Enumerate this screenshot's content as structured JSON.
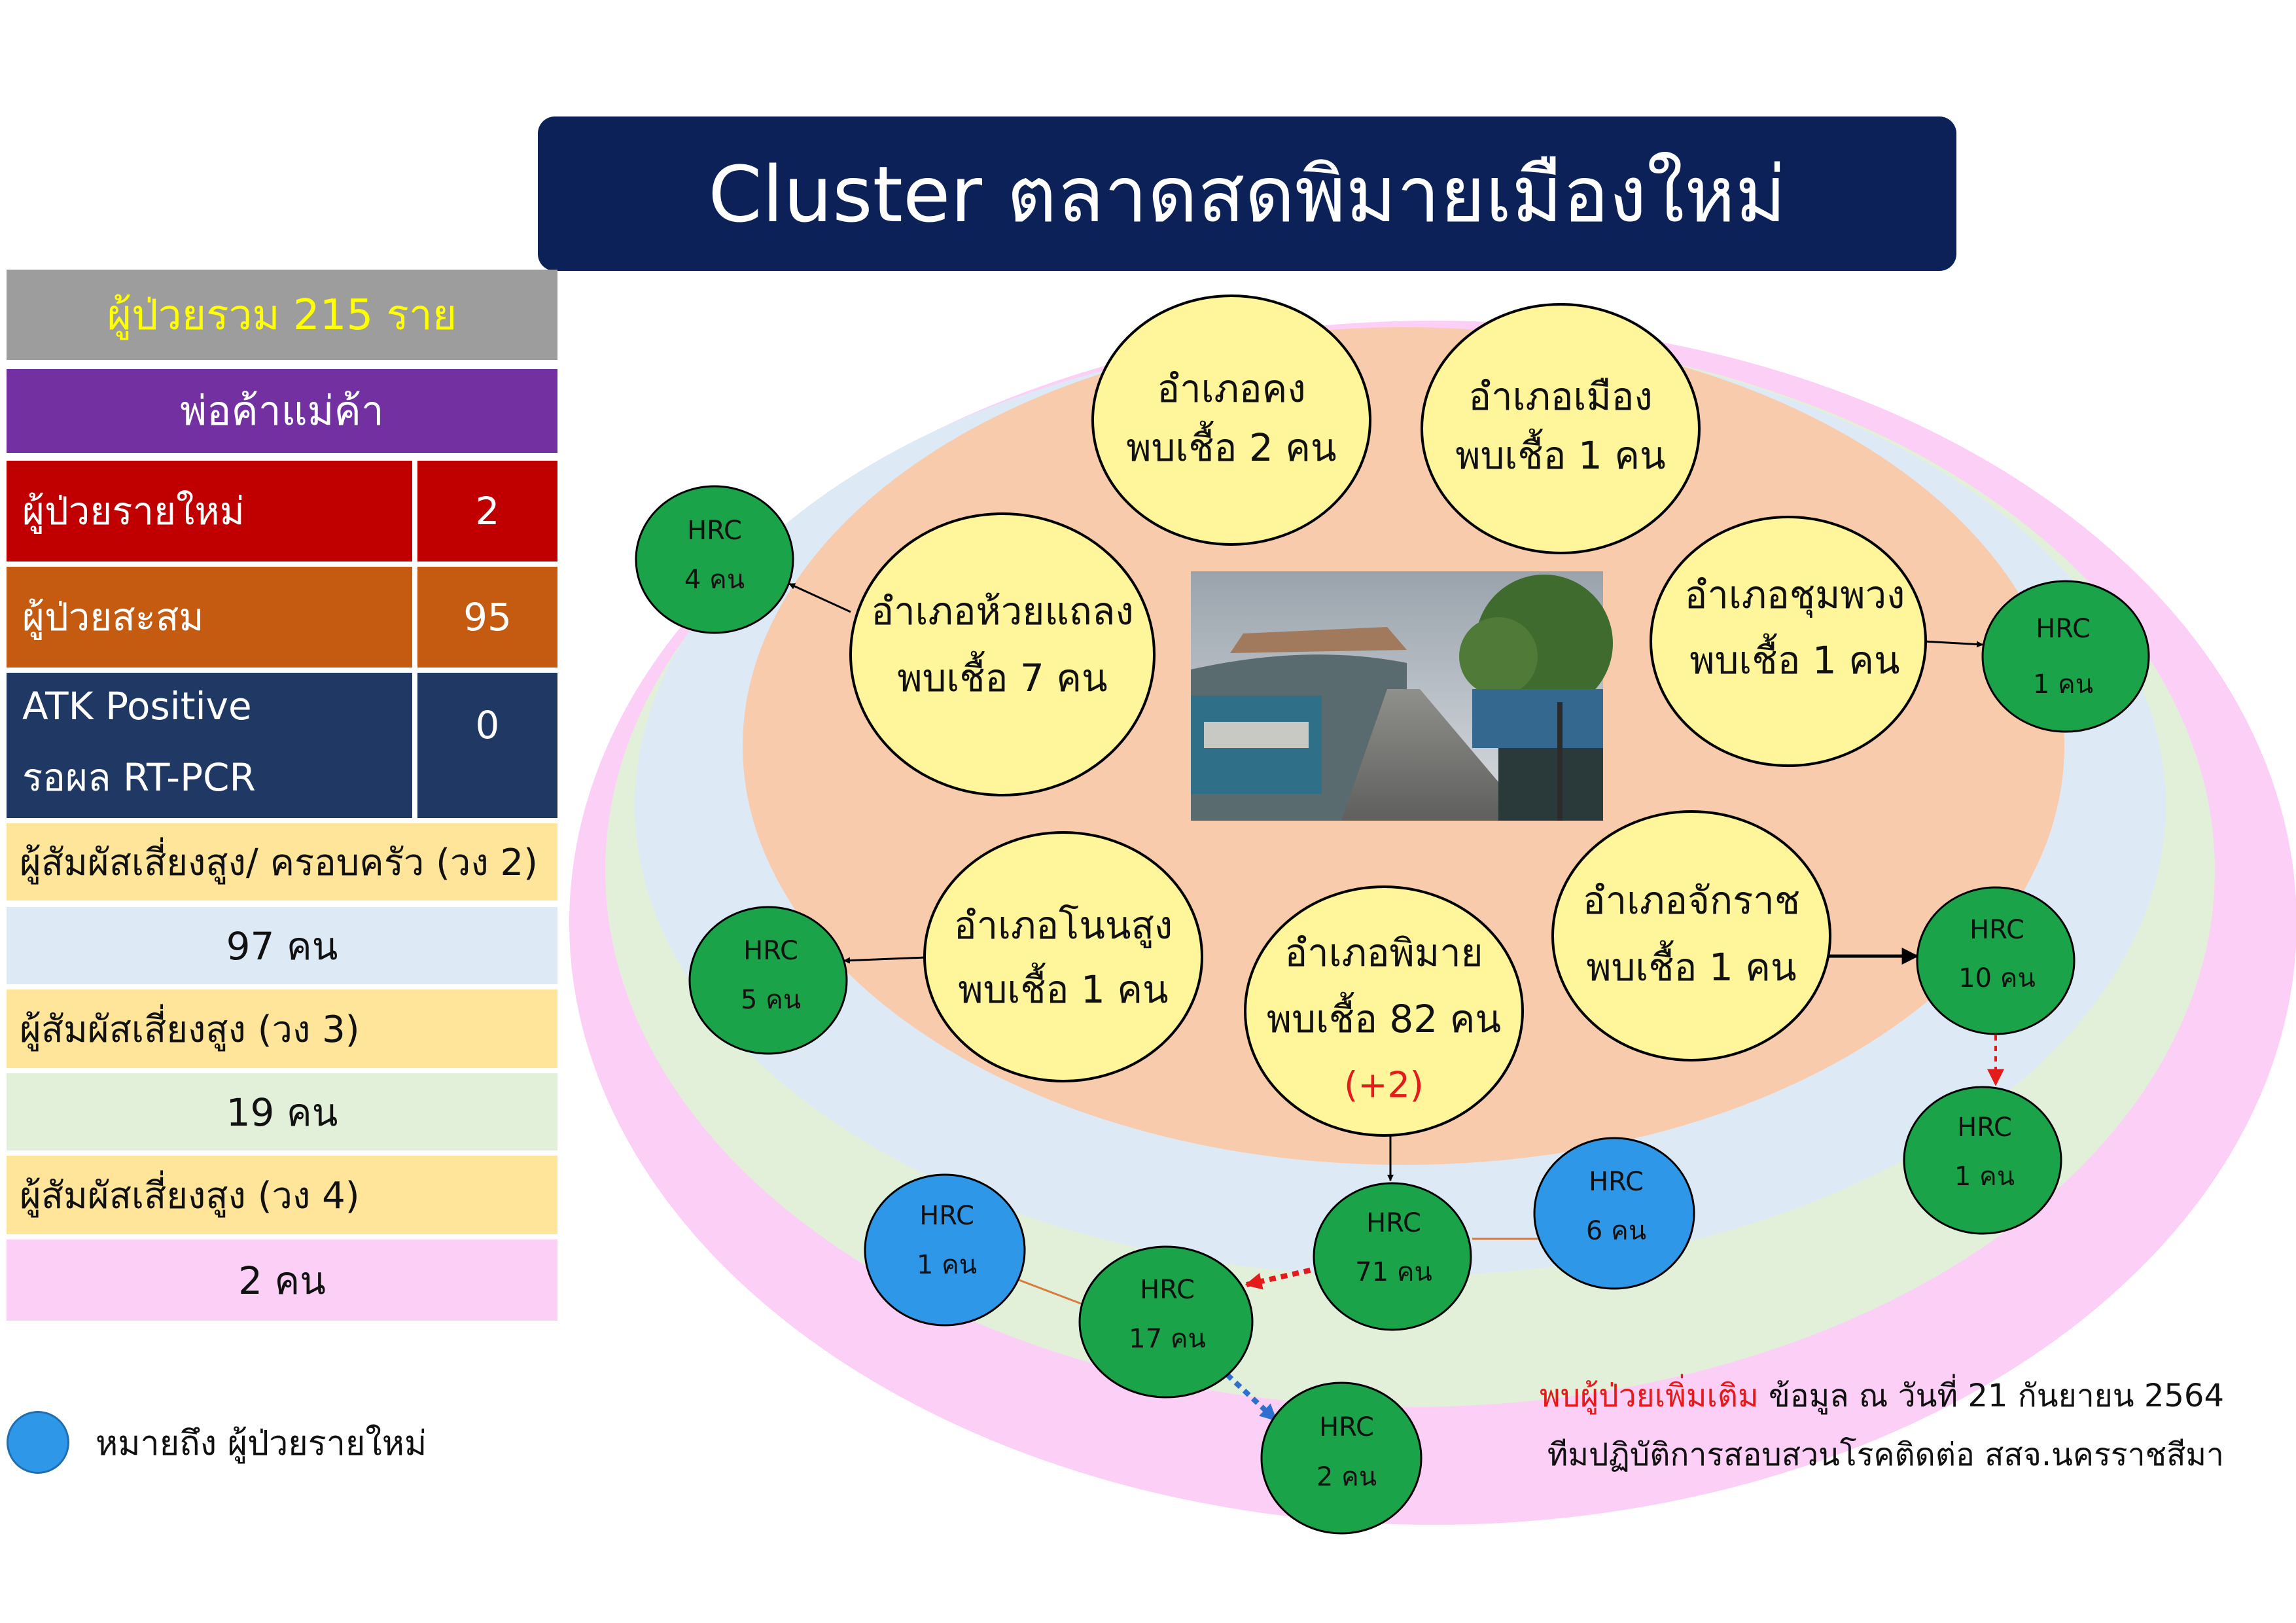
{
  "title": "Cluster ตลาดสดพิมายเมืองใหม่",
  "summary": {
    "total": "ผู้ป่วยรวม 215 ราย",
    "group": "พ่อค้าแม่ค้า",
    "rows": [
      {
        "label": "ผู้ป่วยรายใหม่",
        "value": "2"
      },
      {
        "label": "ผู้ป่วยสะสม",
        "value": "95"
      },
      {
        "label_line1": "ATK Positive",
        "label_line2": "รอผล RT-PCR",
        "value": "0"
      }
    ],
    "contacts": [
      {
        "label": "ผู้สัมผัสเสี่ยงสูง/ ครอบครัว (วง 2)",
        "value": "97 คน"
      },
      {
        "label": "ผู้สัมผัสเสี่ยงสูง (วง 3)",
        "value": "19 คน"
      },
      {
        "label": "ผู้สัมผัสเสี่ยงสูง (วง 4)",
        "value": "2 คน"
      }
    ]
  },
  "legend": {
    "label": "หมายถึง ผู้ป่วยรายใหม่",
    "color": "#2f97e8"
  },
  "footer": {
    "highlight": "พบผู้ป่วยเพิ่มเติม",
    "line1_rest": " ข้อมูล ณ วันที่ 21 กันยายน 2564",
    "line2": "ทีมปฏิบัติการสอบสวนโรคติดต่อ สสจ.นครราชสีมา"
  },
  "districts": [
    {
      "id": "khong",
      "name": "อำเภอคง",
      "found": "พบเชื้อ 2 คน"
    },
    {
      "id": "mueang",
      "name": "อำเภอเมือง",
      "found": "พบเชื้อ 1 คน"
    },
    {
      "id": "huai-thalaeng",
      "name": "อำเภอห้วยแถลง",
      "found": "พบเชื้อ 7 คน"
    },
    {
      "id": "chum-phuang",
      "name": "อำเภอชุมพวง",
      "found": "พบเชื้อ 1 คน"
    },
    {
      "id": "non-sung",
      "name": "อำเภอโนนสูง",
      "found": "พบเชื้อ 1 คน"
    },
    {
      "id": "phimai",
      "name": "อำเภอพิมาย",
      "found": "พบเชื้อ 82 คน",
      "extra": "(+2)"
    },
    {
      "id": "chakkarat",
      "name": "อำเภอจักราช",
      "found": "พบเชื้อ 1 คน"
    }
  ],
  "hrc_nodes": [
    {
      "id": "hrc-huai",
      "label": "HRC",
      "count": "4 คน",
      "new": false
    },
    {
      "id": "hrc-chum",
      "label": "HRC",
      "count": "1 คน",
      "new": false
    },
    {
      "id": "hrc-non",
      "label": "HRC",
      "count": "5 คน",
      "new": false
    },
    {
      "id": "hrc-chak10",
      "label": "HRC",
      "count": "10 คน",
      "new": false
    },
    {
      "id": "hrc-chak1",
      "label": "HRC",
      "count": "1 คน",
      "new": false
    },
    {
      "id": "hrc-71",
      "label": "HRC",
      "count": "71 คน",
      "new": false
    },
    {
      "id": "hrc-6",
      "label": "HRC",
      "count": "6 คน",
      "new": true
    },
    {
      "id": "hrc-17",
      "label": "HRC",
      "count": "17 คน",
      "new": false
    },
    {
      "id": "hrc-1b",
      "label": "HRC",
      "count": "1 คน",
      "new": true
    },
    {
      "id": "hrc-2",
      "label": "HRC",
      "count": "2 คน",
      "new": false
    }
  ],
  "colors": {
    "navy": "#0d2159",
    "gray": "#9d9d9d",
    "purple": "#7230a0",
    "red": "#c00000",
    "orange": "#c55a11",
    "dark_blue": "#1f3864",
    "cream": "#fee599",
    "light_blue": "#dee9f6",
    "light_green": "#e2f0d9",
    "pink": "#fccff6",
    "yellow_node": "#fff59b",
    "green_node": "#1ba34a",
    "blue_node": "#2f97e8",
    "peach": "#f8cbad",
    "total_text": "#ffff00"
  }
}
